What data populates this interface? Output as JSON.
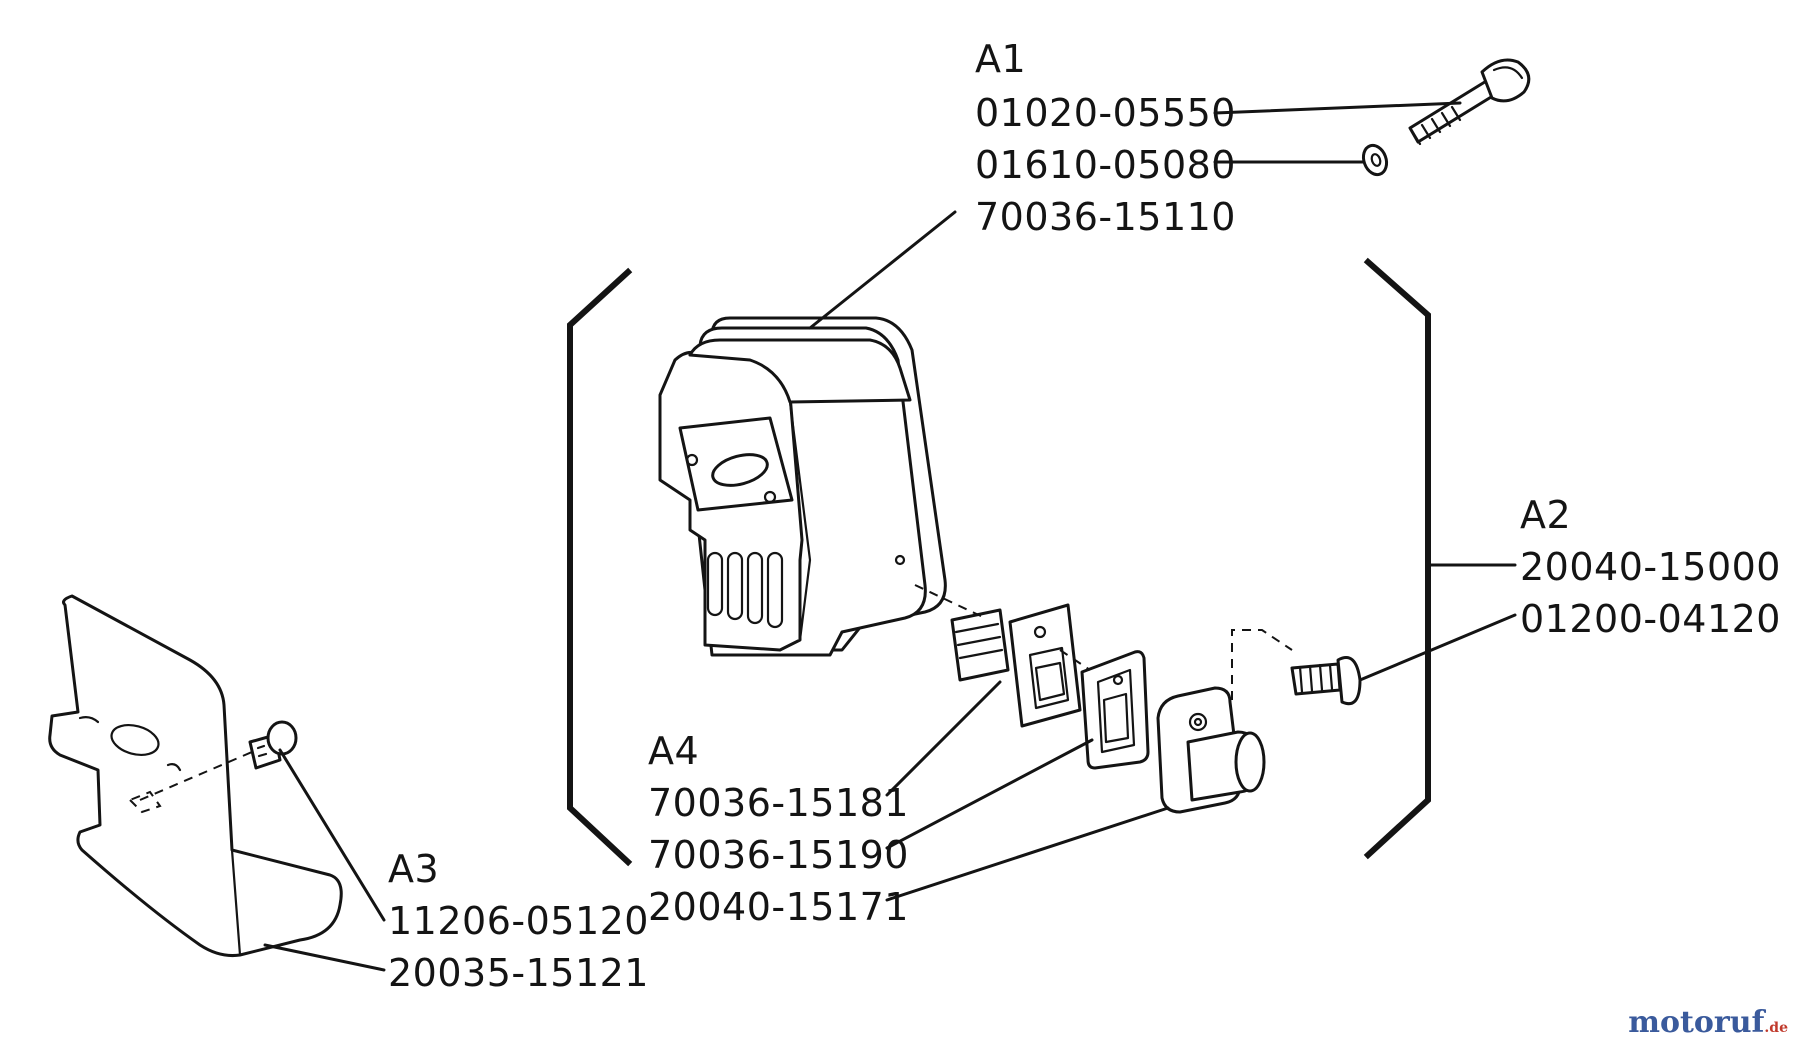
{
  "groups": {
    "a1": {
      "title": "A1",
      "parts": [
        "01020-05550",
        "01610-05080",
        "70036-15110"
      ]
    },
    "a2": {
      "title": "A2",
      "parts": [
        "20040-15000",
        "01200-04120"
      ]
    },
    "a3": {
      "title": "A3",
      "parts": [
        "11206-05120",
        "20035-15121"
      ]
    },
    "a4": {
      "title": "A4",
      "parts": [
        "70036-15181",
        "70036-15190",
        "20040-15171"
      ]
    }
  },
  "watermark": {
    "text": "motoruf",
    "suffix": ".de",
    "color": "#3a5a9c",
    "accent": "#c0392b"
  },
  "colors": {
    "ink": "#141414",
    "background": "#ffffff"
  }
}
